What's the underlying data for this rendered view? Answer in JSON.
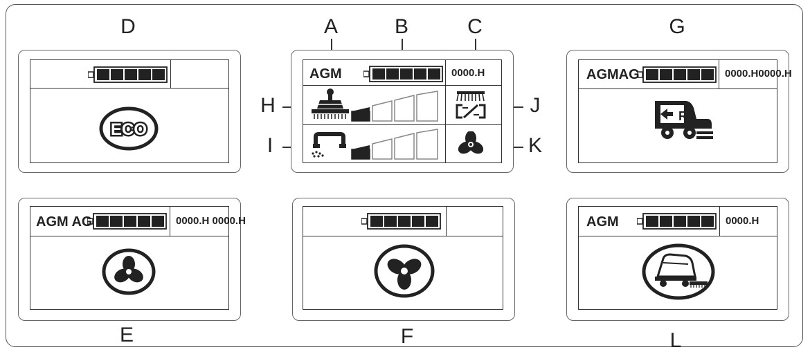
{
  "labels": {
    "a": "A",
    "b": "B",
    "c": "C",
    "d": "D",
    "e": "E",
    "f": "F",
    "g": "G",
    "h": "H",
    "i": "I",
    "j": "J",
    "k": "K",
    "l": "L"
  },
  "panels": {
    "d": {
      "icon": "eco-icon",
      "eco_text": "ECO"
    },
    "main": {
      "battery_type": "AGM",
      "hours": "0000.H",
      "brush_level": 1,
      "vacuum_level": 1,
      "level_steps": 4
    },
    "g": {
      "battery_type": "AGMAG",
      "hours": "0000.H0000.H",
      "icon": "reverse-machine-icon",
      "reverse_letter": "R"
    },
    "e": {
      "battery_type": "AGM AG",
      "hours": "0000.H 0000.H",
      "icon": "fan-in-circle-icon"
    },
    "f": {
      "icon": "fan-in-circle-icon"
    },
    "l": {
      "battery_type": "AGM",
      "hours": "0000.H",
      "icon": "no-machine-icon"
    }
  },
  "colors": {
    "ink": "#222222",
    "line": "#333333",
    "panel_border": "#666666"
  }
}
